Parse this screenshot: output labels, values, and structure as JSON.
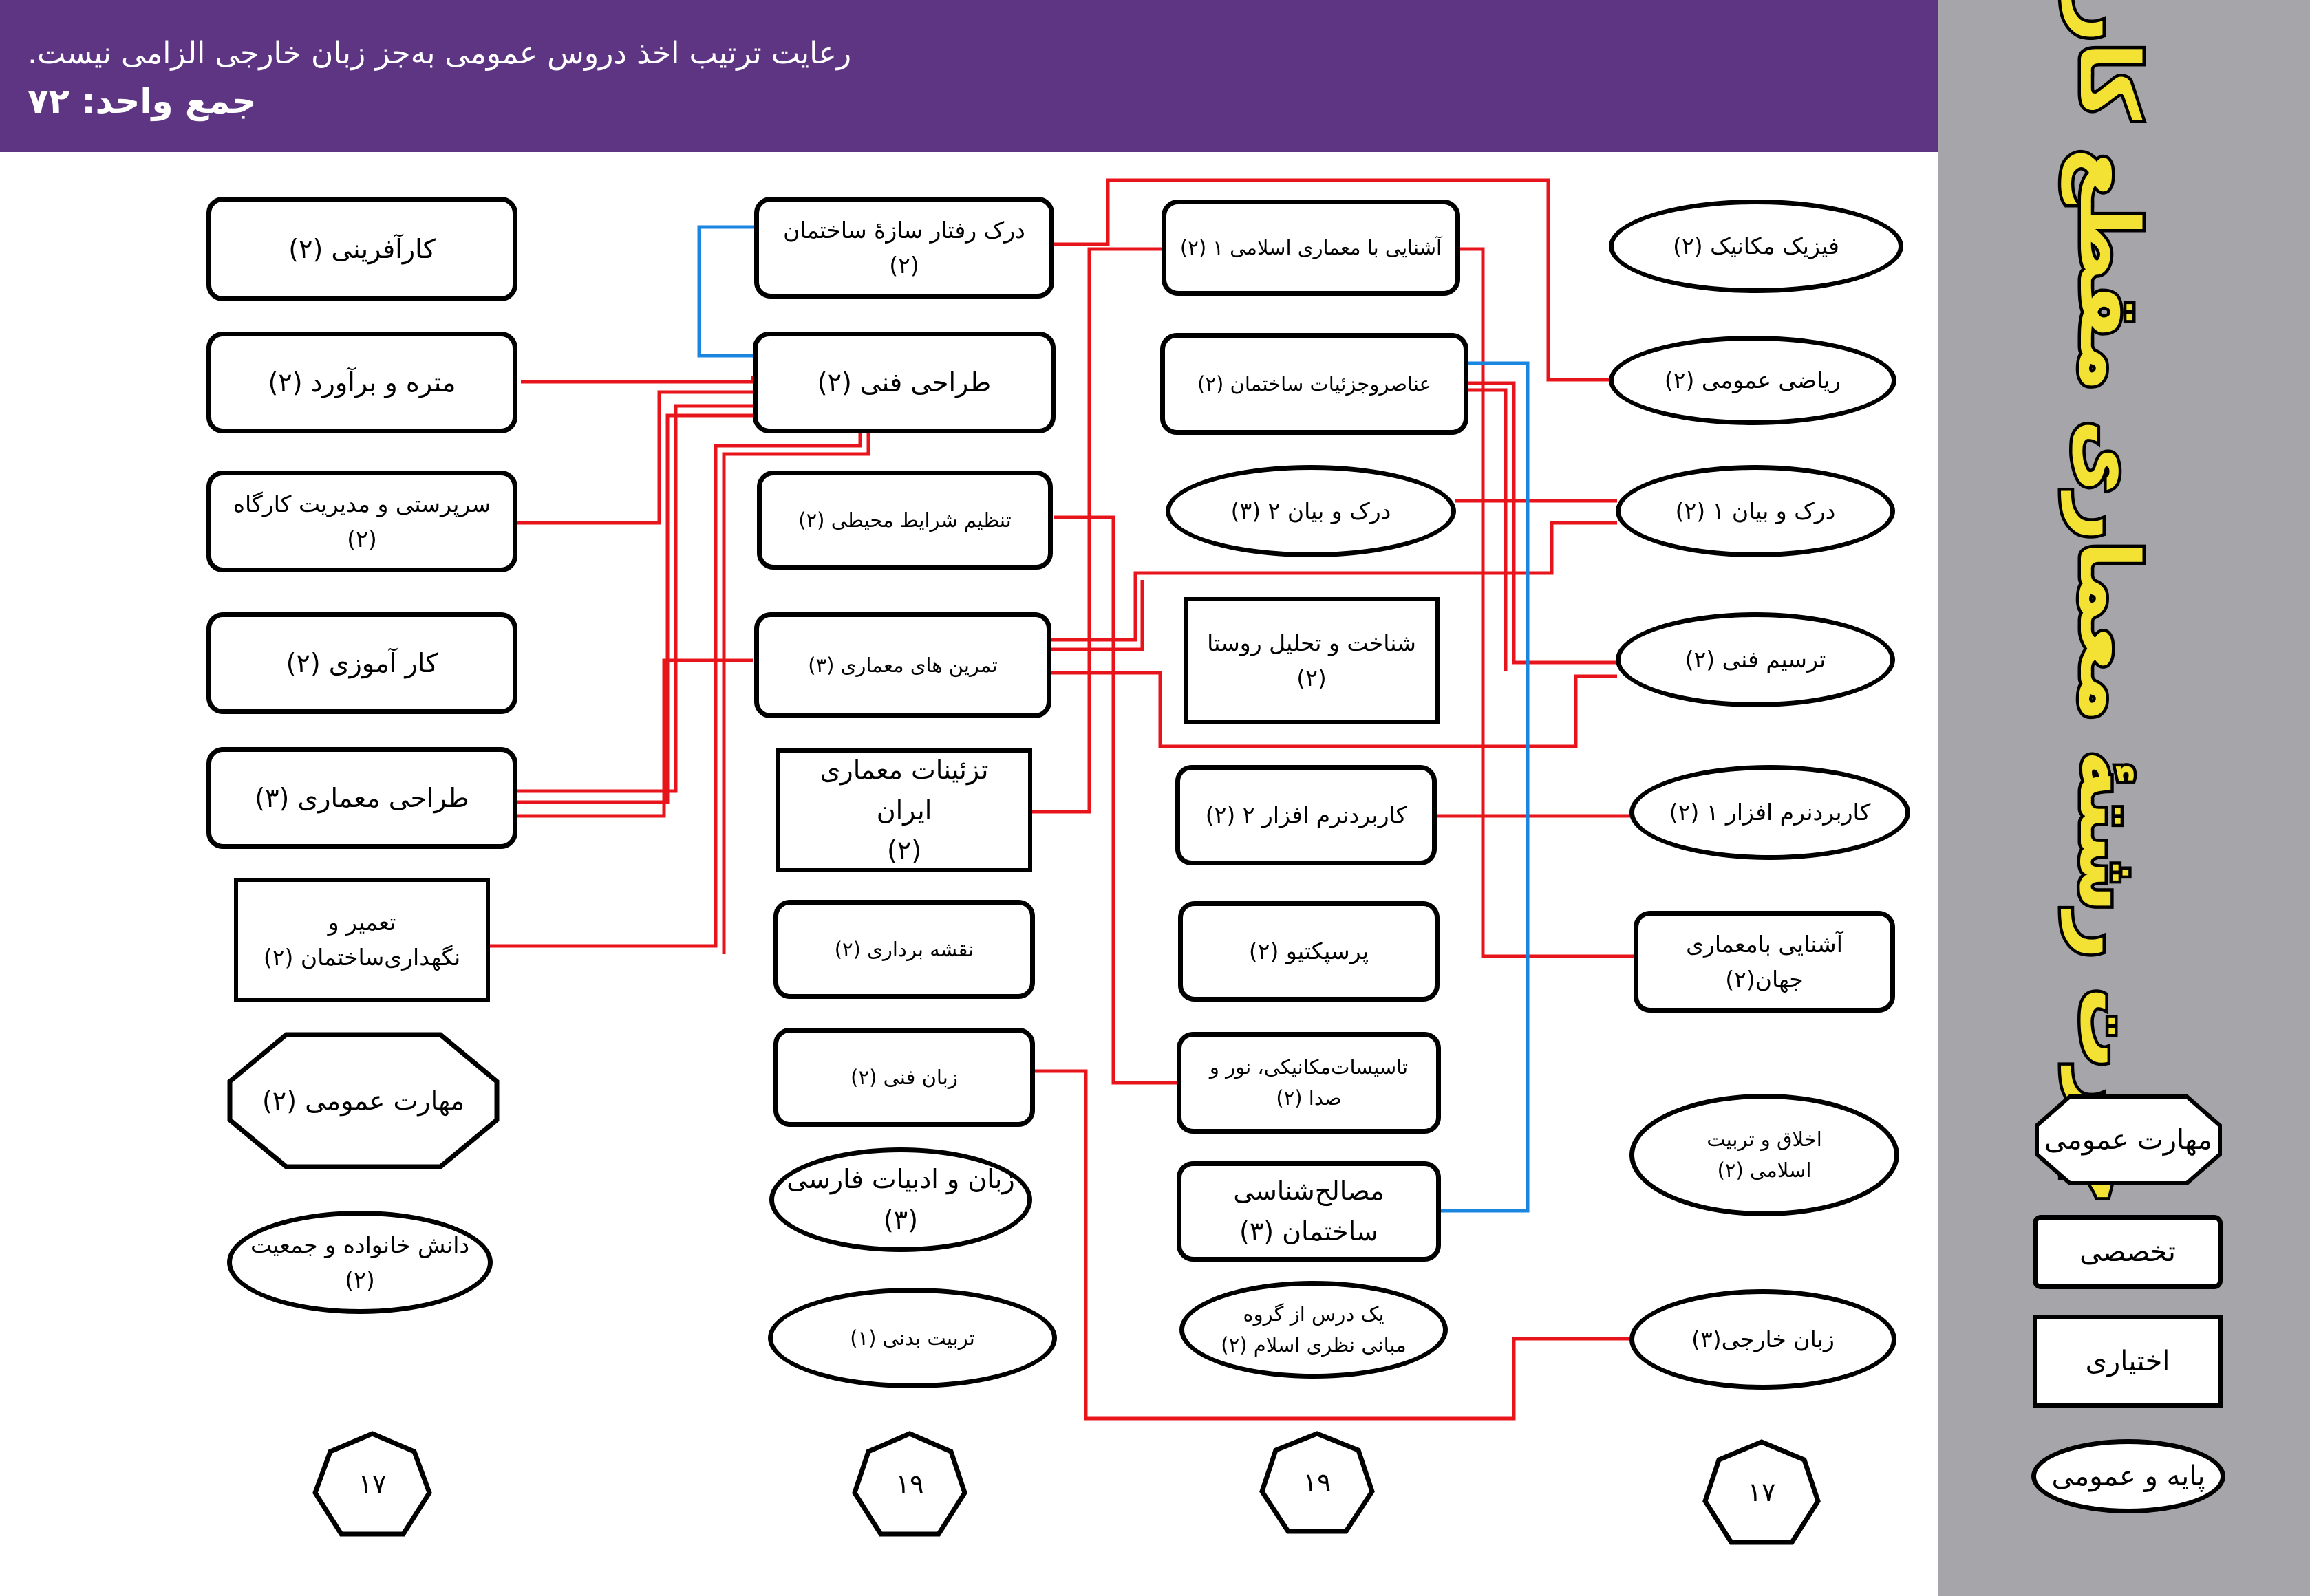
{
  "header": {
    "note": "رعایت ترتیب اخذ دروس عمومی به‌جز زبان خارجی الزامی نیست.",
    "total": "جمع واحد: ۷۲"
  },
  "sidebar": {
    "title": "چارت رشتهٔ معماری مقطع کاردانی",
    "legend": {
      "general_skill": "مهارت عمومی",
      "specialized": "تخصصی",
      "elective": "اختیاری",
      "basic_general": "پایه و عمومی"
    }
  },
  "colors": {
    "header_bg": "#5e3583",
    "sidebar_bg": "#a6a5aa",
    "title_yellow": "#f3e233",
    "prereq_line": "#e8141c",
    "coreq_line": "#1b86e0"
  },
  "semesters": {
    "s1": {
      "total": "۱۷"
    },
    "s2": {
      "total": "۱۹"
    },
    "s3": {
      "total": "۱۹"
    },
    "s4": {
      "total": "۱۷"
    }
  },
  "courses": {
    "s1": {
      "physics": "فیزیک مکانیک (۲)",
      "math": "ریاضی عمومی (۲)",
      "expr1": "درک و بیان ۱ (۲)",
      "tech_draw": "ترسیم فنی (۲)",
      "software1": "کاربردنرم افزار ۱ (۲)",
      "world_arch": "آشنایی بامعماری جهان(۲)",
      "ethics_l1": "اخلاق و تربیت",
      "ethics_l2": "اسلامی (۲)",
      "foreign_lang": "زبان خارجی(۳)"
    },
    "s2": {
      "islamic_arch": "آشنایی با معماری اسلامی ۱ (۲)",
      "details": "عناصروجزئیات ساختمان (۲)",
      "expr2": "درک و بیان ۲ (۳)",
      "village": "شناخت و تحلیل روستا (۲)",
      "software2": "کاربردنرم افزار ۲ (۲)",
      "perspective": "پرسپکتیو (۲)",
      "installations": "تاسیسات‌مکانیکی، نور و صدا (۲)",
      "materials": "مصالح‌شناسی ساختمان (۳)",
      "theory_l1": "یک درس از گروه",
      "theory_l2": "مبانی نظری اسلام (۲)"
    },
    "s3": {
      "structure": "درک رفتار سازهٔ ساختمان (۲)",
      "tech_design": "طراحی فنی (۲)",
      "climate": "تنظیم شرایط محیطی (۲)",
      "arch_exercise": "تمرین های معماری (۳)",
      "ornament_l1": "تزئینات معماری ایران",
      "ornament_l2": "(۲)",
      "surveying": "نقشه برداری (۲)",
      "tech_lang": "زبان فنی (۲)",
      "persian": "زبان و ادبیات فارسی (۳)",
      "pe": "تربیت بدنی (۱)"
    },
    "s4": {
      "entrepreneur": "کارآفرینی (۲)",
      "estimate": "متره و برآورد (۲)",
      "workshop": "سرپرستی و مدیریت کارگاه (۲)",
      "internship": "کار آموزی (۲)",
      "arch_design": "طراحی معماری (۳)",
      "maintenance": "تعمیر و نگهداری‌ساختمان (۲)",
      "gen_skill": "مهارت عمومی (۲)",
      "family": "دانش خانواده و جمعیت (۲)"
    }
  }
}
